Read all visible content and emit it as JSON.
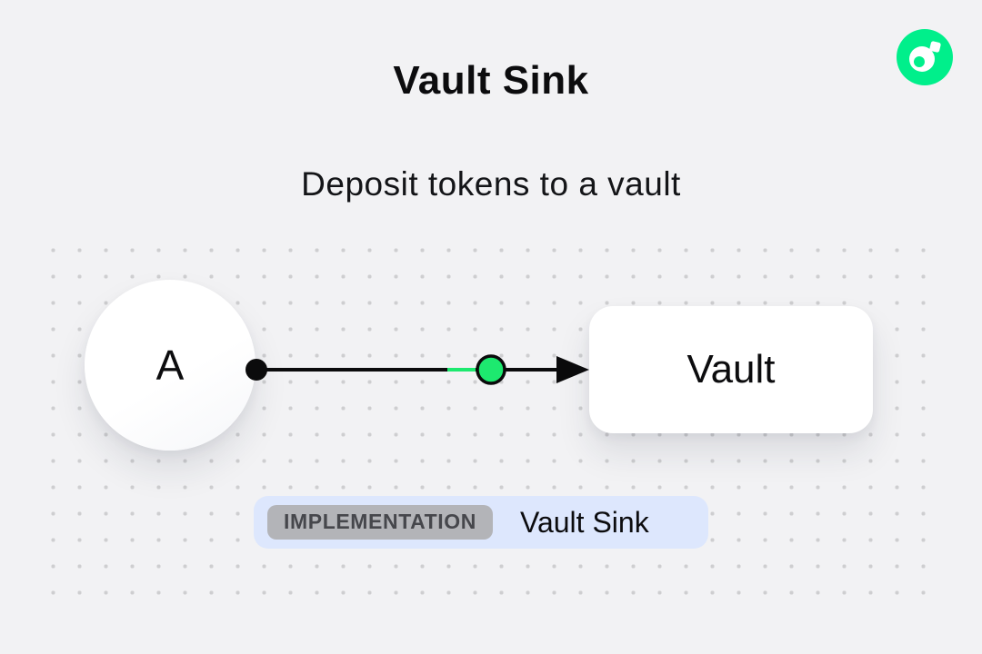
{
  "page": {
    "title": "Vault Sink",
    "subtitle": "Deposit tokens to a vault"
  },
  "logo": {
    "icon": "flow-logo"
  },
  "diagram": {
    "source_node_label": "A",
    "target_node_label": "Vault",
    "connector": {
      "start_marker": "black-dot",
      "mid_marker": "green-dot",
      "end_marker": "arrowhead-right"
    }
  },
  "implementation": {
    "badge_label": "IMPLEMENTATION",
    "name": "Vault Sink"
  },
  "colors": {
    "background": "#F2F2F4",
    "accent_green": "#00EF8B",
    "connector_dot_green": "#1DE96F",
    "pill_blue": "#DDE7FD",
    "badge_gray": "#B3B4B8",
    "text_dark": "#0C0C0E"
  }
}
